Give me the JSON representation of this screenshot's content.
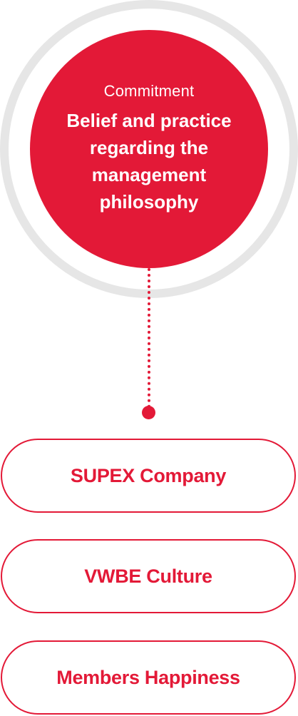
{
  "colors": {
    "accent": "#e31937",
    "ring": "#e6e6e6",
    "text_on_accent": "#ffffff"
  },
  "commitment": {
    "label": "Commitment",
    "text": "Belief and practice regarding the management philosophy"
  },
  "items": [
    {
      "label": "SUPEX Company"
    },
    {
      "label": "VWBE Culture"
    },
    {
      "label": "Members Happiness"
    }
  ]
}
